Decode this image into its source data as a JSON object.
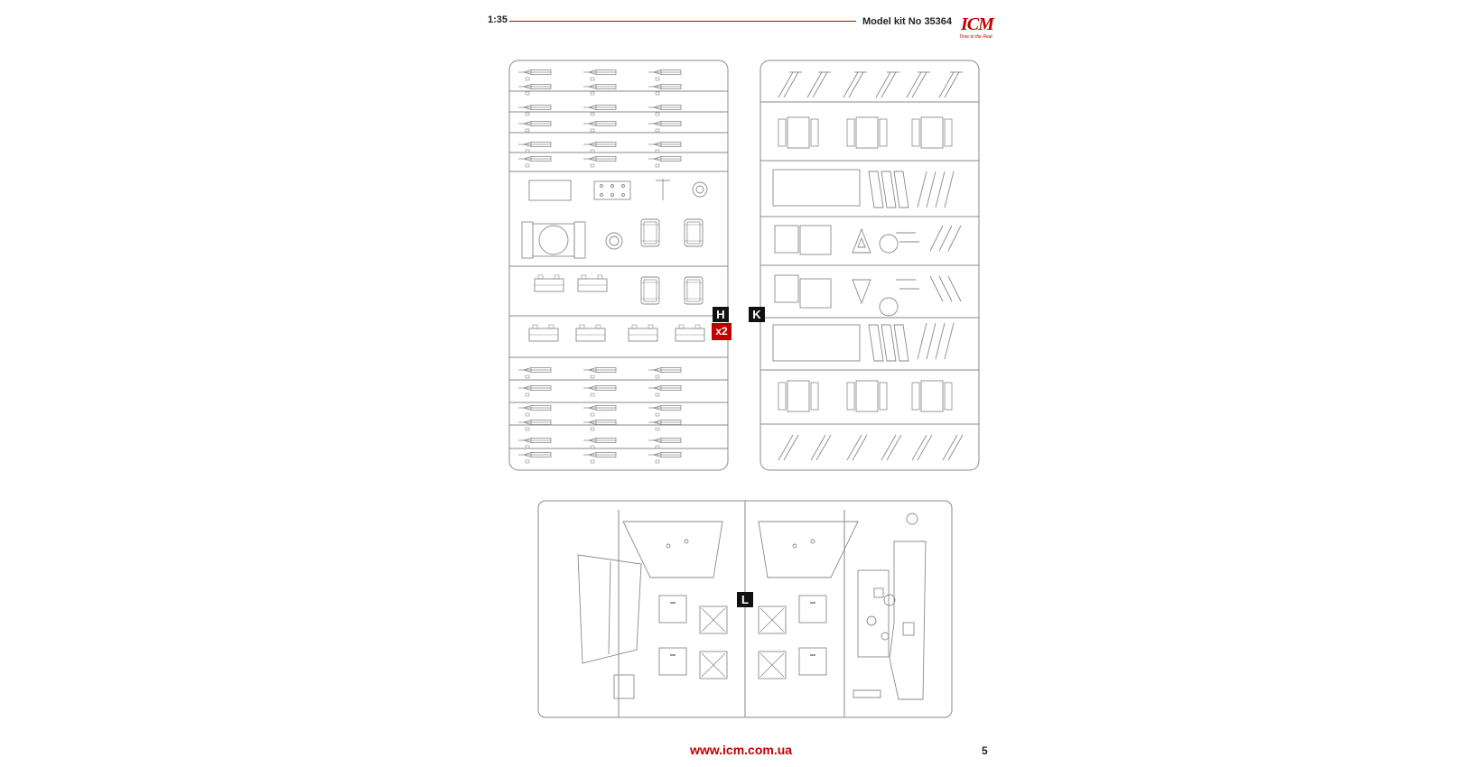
{
  "header": {
    "scale": "1:35",
    "model_kit": "Model kit No 35364",
    "logo": "ICM",
    "logo_tagline": "Time to the Real"
  },
  "sprues": {
    "h": {
      "label": "H",
      "multiplier": "x2"
    },
    "k": {
      "label": "K"
    },
    "l": {
      "label": "L"
    }
  },
  "footer": {
    "url": "www.icm.com.ua",
    "page": "5"
  },
  "colors": {
    "accent": "#c00000",
    "line": "#8a8a8a"
  }
}
